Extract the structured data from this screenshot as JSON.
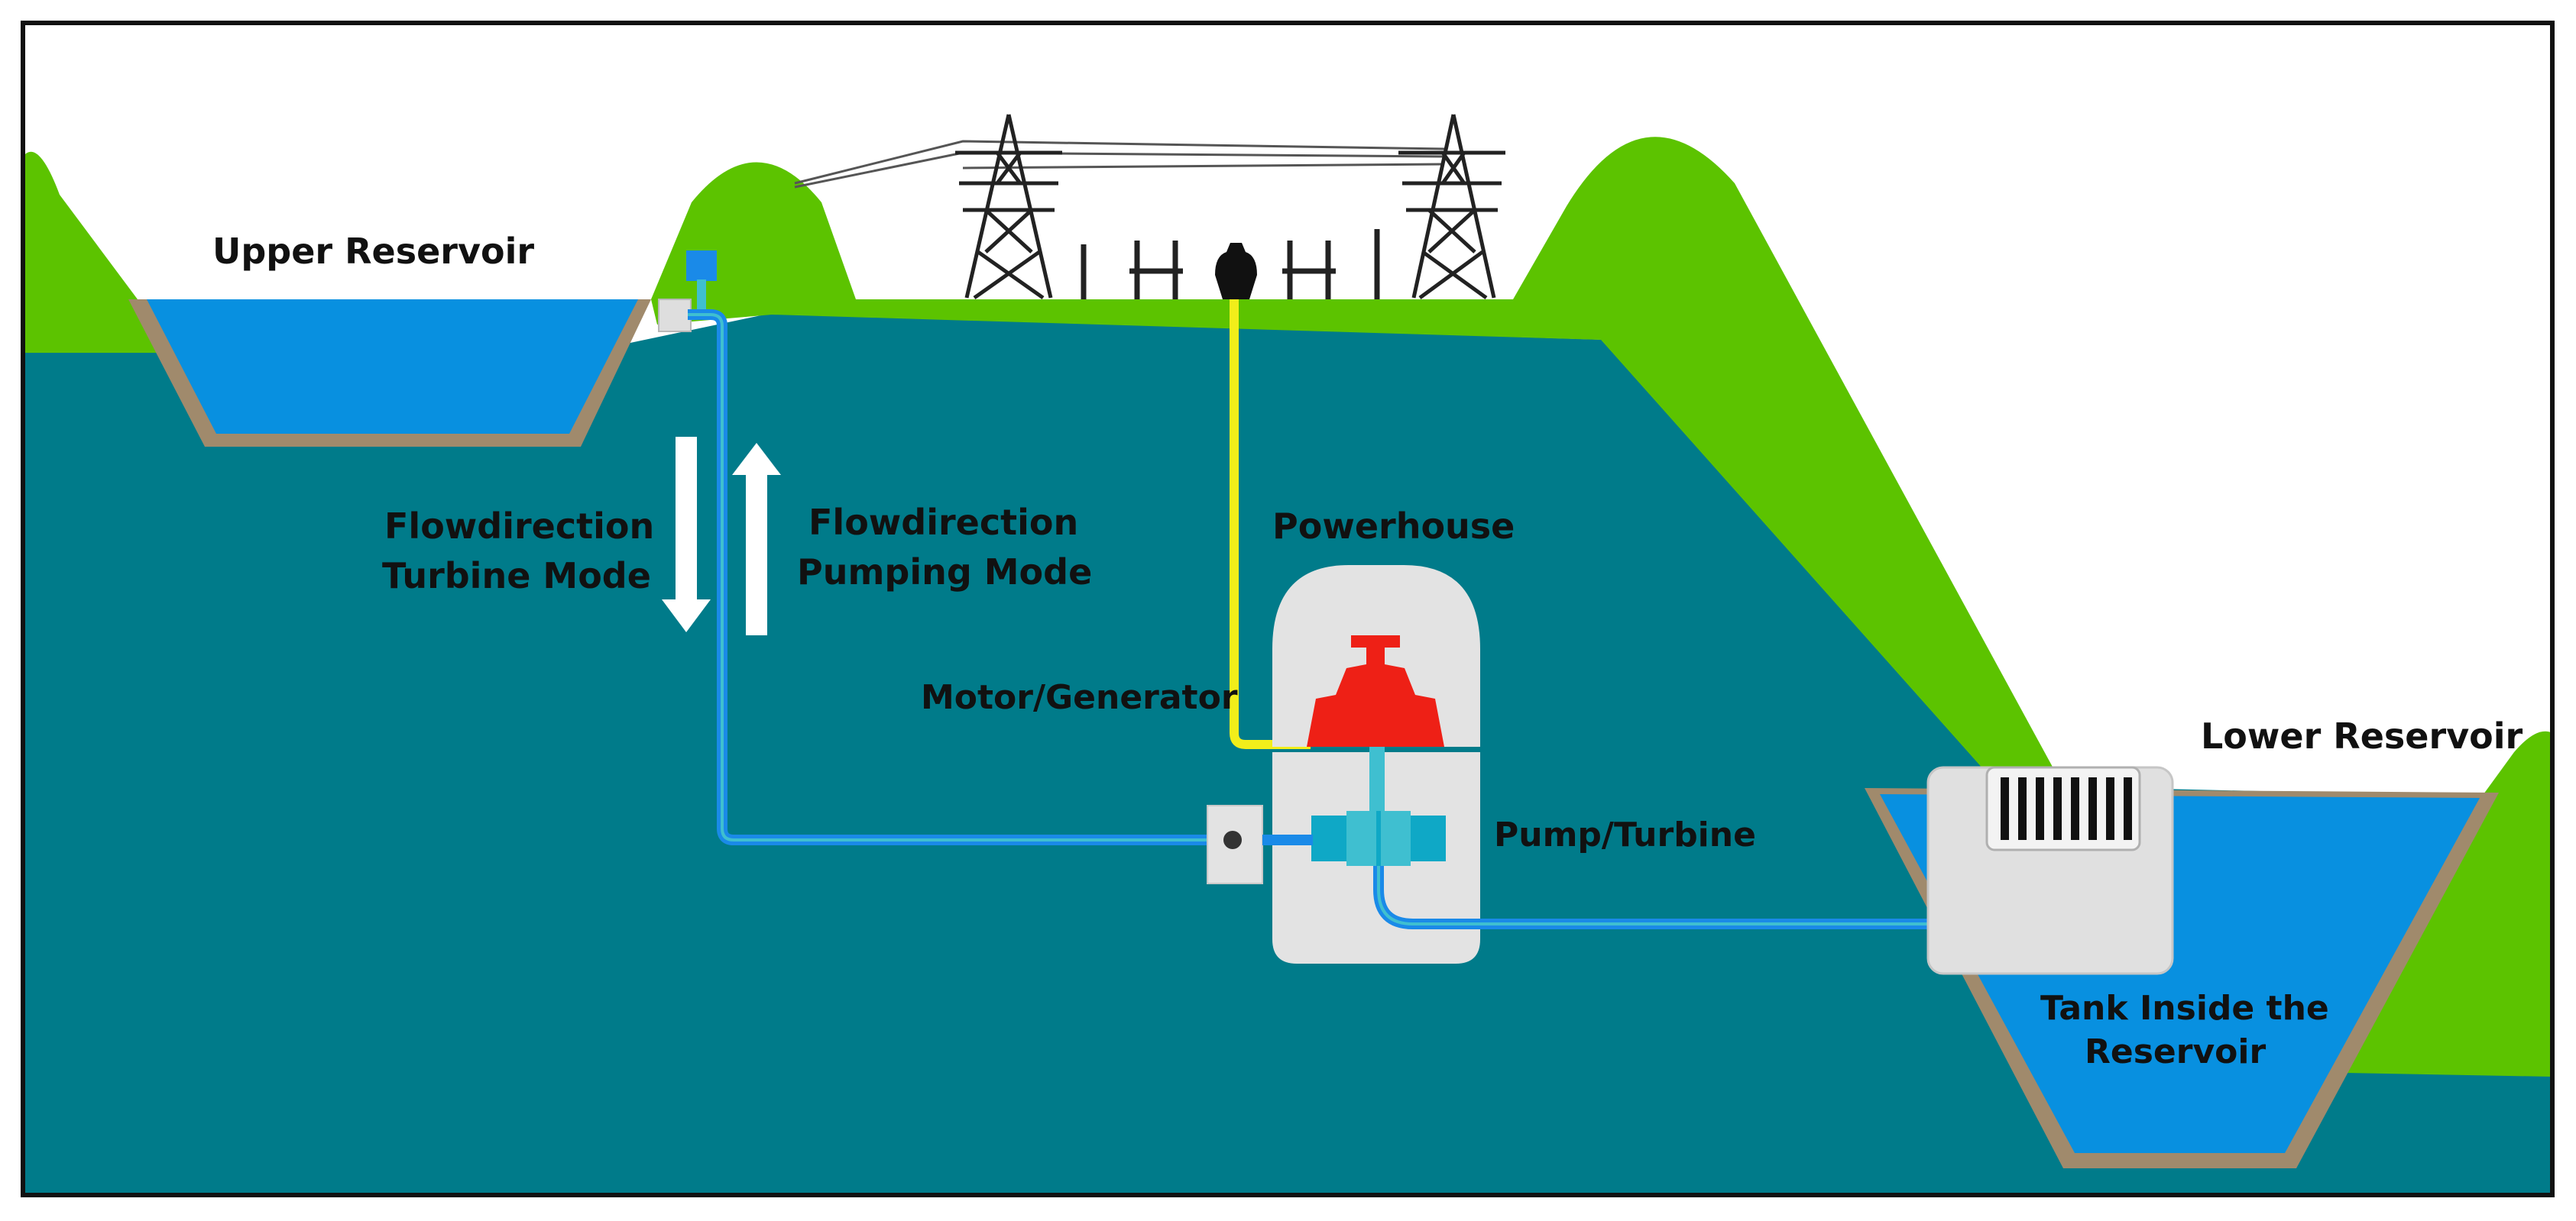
{
  "labels": {
    "upper_reservoir": "Upper Reservoir",
    "lower_reservoir": "Lower Reservoir",
    "flow_turbine_line1": "Flowdirection",
    "flow_turbine_line2": "Turbine Mode",
    "flow_pumping_line1": "Flowdirection",
    "flow_pumping_line2": "Pumping Mode",
    "powerhouse": "Powerhouse",
    "motor_generator": "Motor/Generator",
    "pump_turbine": "Pump/Turbine",
    "tank_line1": "Tank Inside the",
    "tank_line2": "Reservoir"
  },
  "colors": {
    "ground": "#007b8a",
    "grass": "#5cc300",
    "water": "#0890e0",
    "bank": "#a08a6c",
    "powerhouse": "#e3e3e3",
    "generator": "#ee2016",
    "cable": "#f2ee1a",
    "pipe": "#1a8ae8",
    "pipe_inner": "#3fbfd0",
    "frame": "#111111"
  }
}
